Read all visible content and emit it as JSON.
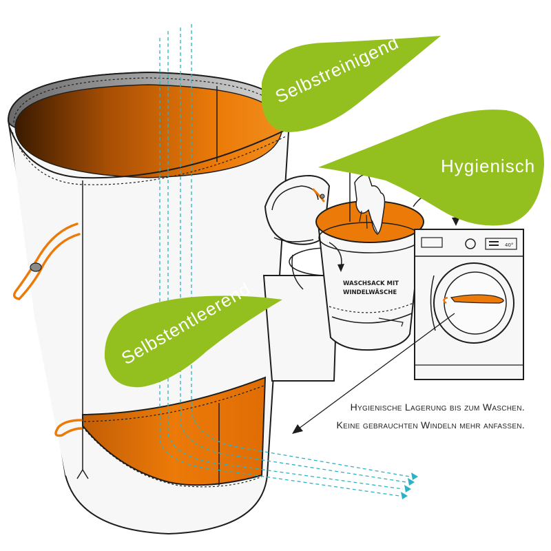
{
  "bubbles": {
    "self_cleaning": "Selbstreinigend",
    "hygienic": "Hygienisch",
    "self_emptying": "Selbstentleerend"
  },
  "sack_label": {
    "line1": "WASCHSACK MIT",
    "line2": "WINDELWÄSCHE"
  },
  "washer_display": "40°",
  "caption": {
    "line1": "Hygienische Lagerung bis zum Waschen.",
    "line2": "Keine gebrauchten Windeln mehr anfassen."
  },
  "colors": {
    "green": "#93c01f",
    "orange": "#ec7a08",
    "dark": "#1d1d1b",
    "cyan": "#2ab3c6"
  }
}
